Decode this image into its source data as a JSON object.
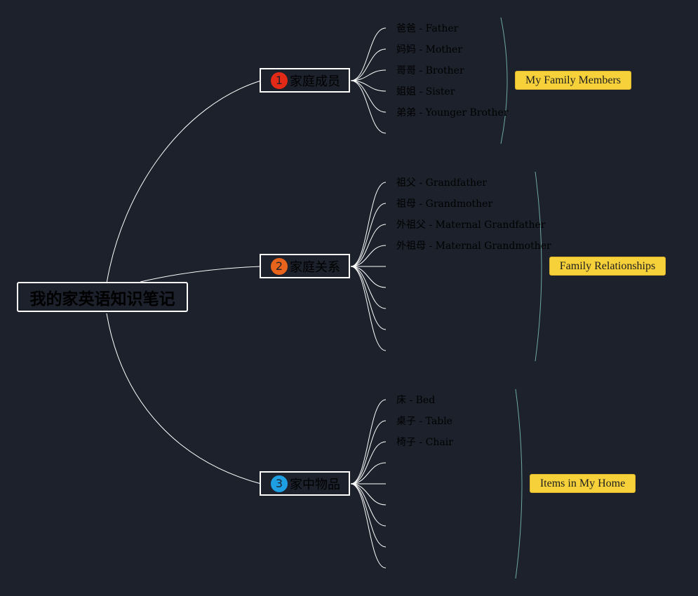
{
  "root": {
    "title": "我的家英语知识笔记"
  },
  "branches": [
    {
      "number": "1",
      "label": "家庭成员",
      "badge_color": "#e22a16",
      "summary": "My Family Members",
      "items": [
        "爸爸 - Father",
        "妈妈 - Mother",
        "哥哥 - Brother",
        "姐姐 - Sister",
        "弟弟 - Younger Brother"
      ]
    },
    {
      "number": "2",
      "label": "家庭关系",
      "badge_color": "#e8631b",
      "summary": "Family Relationships",
      "items": [
        "祖父 - Grandfather",
        "祖母 - Grandmother",
        "外祖父 - Maternal Grandfather",
        "外祖母 - Maternal Grandmother"
      ]
    },
    {
      "number": "3",
      "label": "家中物品",
      "badge_color": "#1f9fe3",
      "summary": "Items in My Home",
      "items": [
        "床 - Bed",
        "桌子 - Table",
        "椅子 - Chair"
      ]
    }
  ],
  "colors": {
    "background": "#1c212b",
    "connector": "#ffffff",
    "summary_bracket": "#6fa8a0",
    "summary_fill": "#f7d13a"
  }
}
